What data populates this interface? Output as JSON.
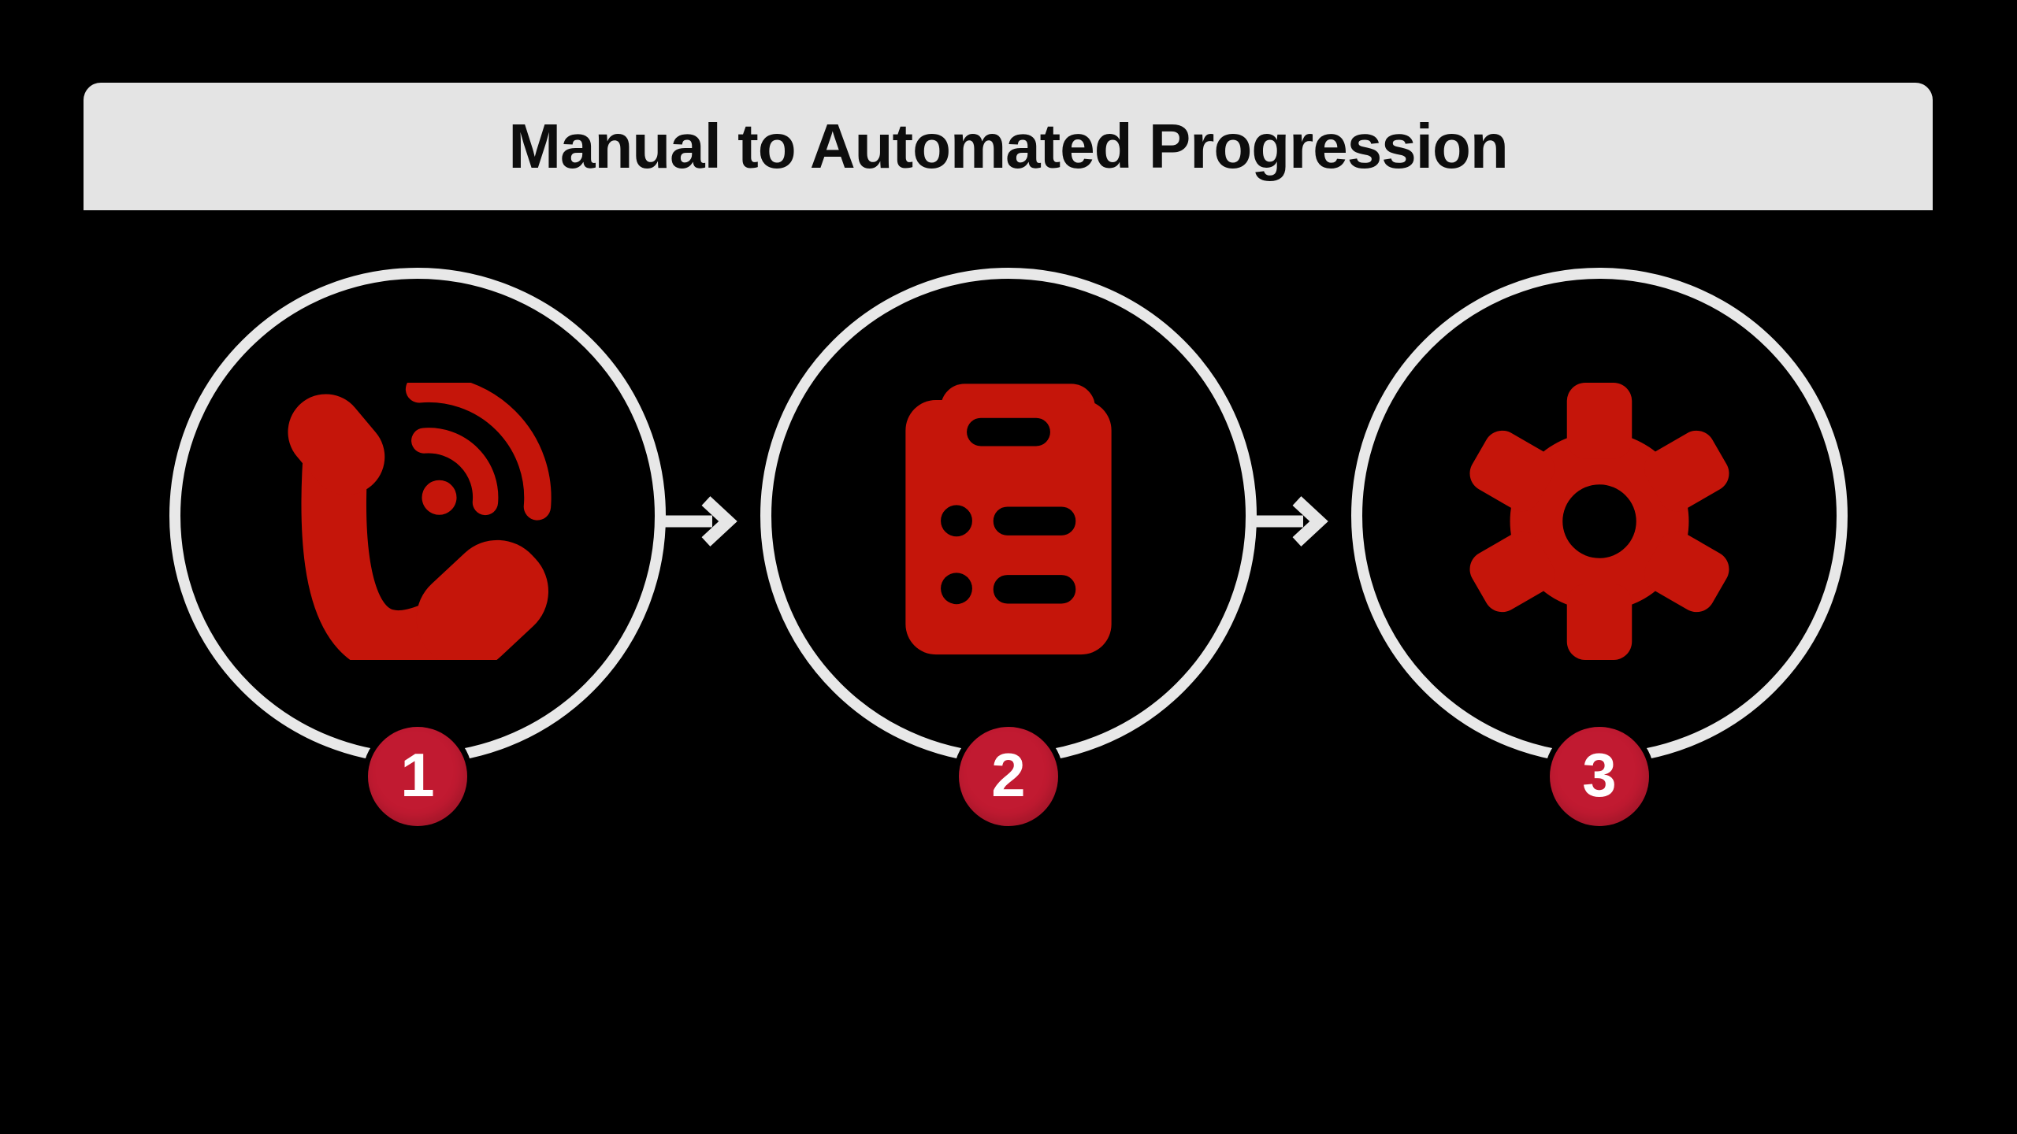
{
  "title": "Manual to Automated Progression",
  "steps": [
    {
      "number": "1",
      "icon": "phone-call-icon"
    },
    {
      "number": "2",
      "icon": "clipboard-checklist-icon"
    },
    {
      "number": "3",
      "icon": "gear-icon"
    }
  ],
  "arrows": [
    {
      "icon": "arrow-right-icon",
      "from": "step-1",
      "to": "step-2"
    },
    {
      "icon": "arrow-right-icon",
      "from": "step-2",
      "to": "step-3"
    }
  ],
  "colors": {
    "background": "#000000",
    "title_bar_bg": "#e4e4e4",
    "title_text": "#0d0d0d",
    "circle_stroke": "#e8e8e8",
    "arrow": "#e6e6e6",
    "icon_red": "#c5150a",
    "badge_red": "#c11a31",
    "badge_text": "#ffffff"
  }
}
